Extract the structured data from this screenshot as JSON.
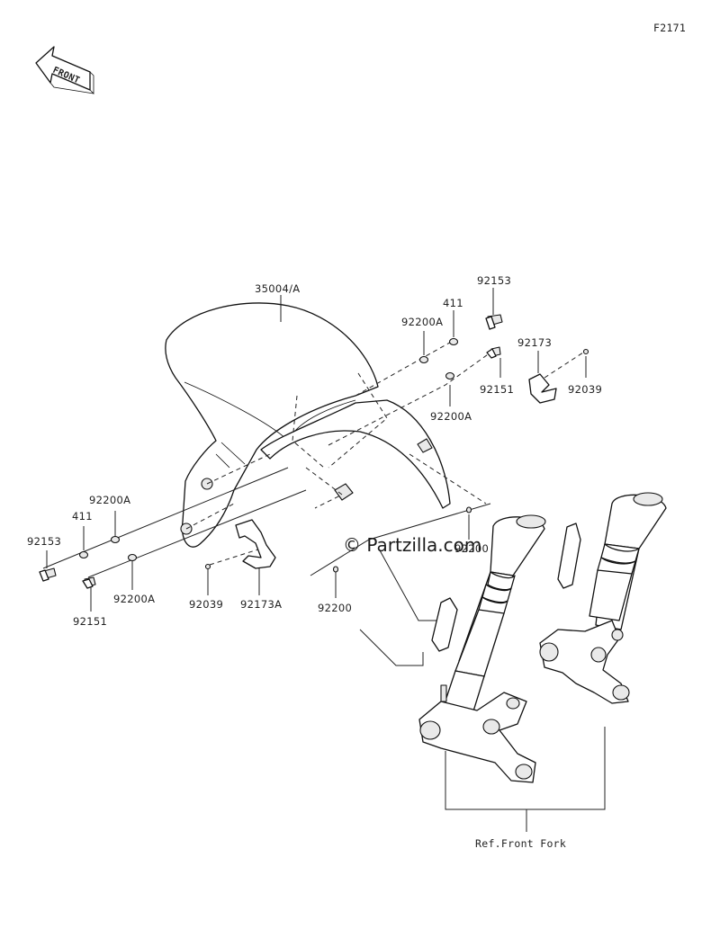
{
  "figure_code": "F2171",
  "front_badge": "FRONT",
  "watermark": "© Partzilla.com",
  "labels": {
    "fender": "35004/A",
    "bolt_top_right": "92153",
    "washer_top_right": "411",
    "washer_a_top": "92200A",
    "bolt_right": "92151",
    "washer_a_right": "92200A",
    "clamp_right": "92173",
    "screw_right": "92039",
    "nut_right": "92200",
    "washer_a_left_upper": "92200A",
    "washer_left": "411",
    "bolt_left": "92153",
    "washer_a_left_lower": "92200A",
    "bolt_left_lower": "92151",
    "screw_left": "92039",
    "clamp_left": "92173A",
    "nut_center": "92200",
    "fork_ref": "Ref.Front Fork"
  }
}
